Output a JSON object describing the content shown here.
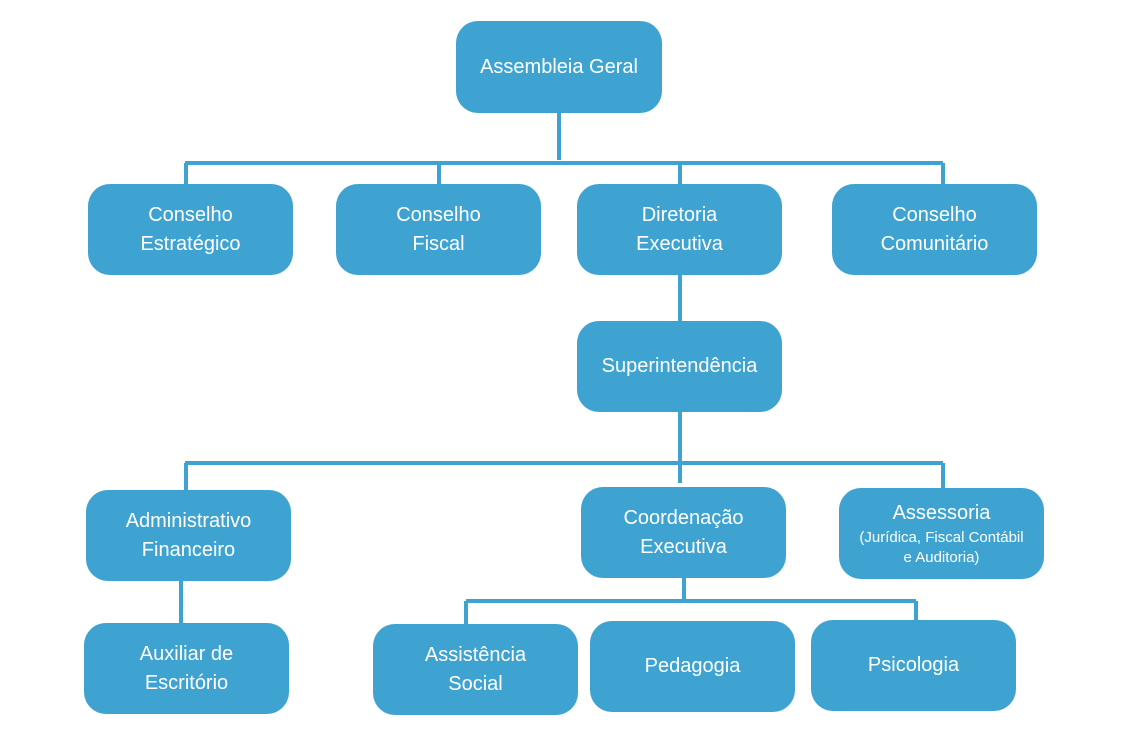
{
  "colors": {
    "box": "#3fa3d1",
    "line": "#3fa3d1",
    "background": "#ffffff"
  },
  "nodes": {
    "assembleia": {
      "label": "Assembleia Geral"
    },
    "conselho_estrategico": {
      "label": "Conselho\nEstratégico"
    },
    "conselho_fiscal": {
      "label": "Conselho\nFiscal"
    },
    "diretoria_executiva": {
      "label": "Diretoria\nExecutiva"
    },
    "conselho_comunitario": {
      "label": "Conselho\nComunitário"
    },
    "superintendencia": {
      "label": "Superintendência"
    },
    "administrativo_financeiro": {
      "label": "Administrativo\nFinanceiro"
    },
    "coordenacao_executiva": {
      "label": "Coordenação\nExecutiva"
    },
    "assessoria": {
      "label": "Assessoria",
      "sublabel": "(Jurídica, Fiscal Contábil\ne Auditoria)"
    },
    "auxiliar_escritorio": {
      "label": "Auxiliar de\nEscritório"
    },
    "assistencia_social": {
      "label": "Assistência\nSocial"
    },
    "pedagogia": {
      "label": "Pedagogia"
    },
    "psicologia": {
      "label": "Psicologia"
    }
  }
}
